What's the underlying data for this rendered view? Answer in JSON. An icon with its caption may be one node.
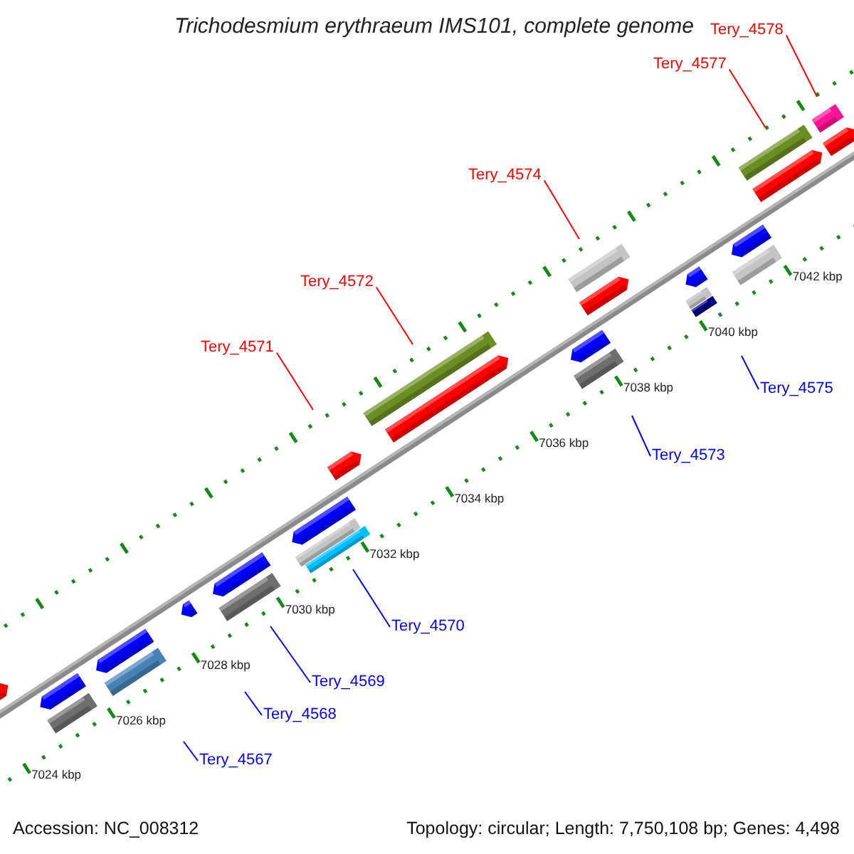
{
  "diagram": {
    "title": "Trichodesmium erythraeum IMS101, complete genome",
    "nodes": [
      {
        "text": [
          "Tery_4578"
        ]
      },
      {
        "text": [
          "Tery_4577"
        ]
      },
      {
        "text": [
          "Tery_4574"
        ]
      },
      {
        "text": [
          "Tery_4572"
        ]
      },
      {
        "text": [
          "Tery_4571"
        ]
      },
      {
        "text": [
          "Tery_4575"
        ]
      },
      {
        "text": [
          "Tery_4573"
        ]
      },
      {
        "text": [
          "Tery_4570"
        ]
      },
      {
        "text": [
          "Tery_4569"
        ]
      },
      {
        "text": [
          "Tery_4568"
        ]
      },
      {
        "text": [
          "Tery_4567"
        ]
      }
    ],
    "edges": [
      {
        "from": 0,
        "to": null,
        "arrow": "none",
        "color": "#ff0000"
      },
      {
        "from": 1,
        "to": null,
        "arrow": "none",
        "color": "#ff0000"
      },
      {
        "from": 2,
        "to": null,
        "arrow": "none",
        "color": "#ff0000"
      },
      {
        "from": 3,
        "to": null,
        "arrow": "none",
        "color": "#ff0000"
      },
      {
        "from": 4,
        "to": null,
        "arrow": "none",
        "color": "#ff0000"
      },
      {
        "from": 5,
        "to": null,
        "arrow": "none"
      },
      {
        "from": 6,
        "to": null,
        "arrow": "none"
      },
      {
        "from": 7,
        "to": null,
        "arrow": "none"
      },
      {
        "from": 8,
        "to": null,
        "arrow": "none"
      },
      {
        "from": 9,
        "to": null,
        "arrow": "none"
      },
      {
        "from": 10,
        "to": null,
        "arrow": "none"
      }
    ],
    "labels": [
      "7024 kbp",
      "7026 kbp",
      "7028 kbp",
      "7030 kbp",
      "7032 kbp",
      "7034 kbp",
      "7036 kbp",
      "7038 kbp",
      "7040 kbp",
      "7042 kbp",
      "Accession: NC_008312",
      "Topology: circular; Length: 7,750,108 bp; Genes: 4,498"
    ]
  }
}
